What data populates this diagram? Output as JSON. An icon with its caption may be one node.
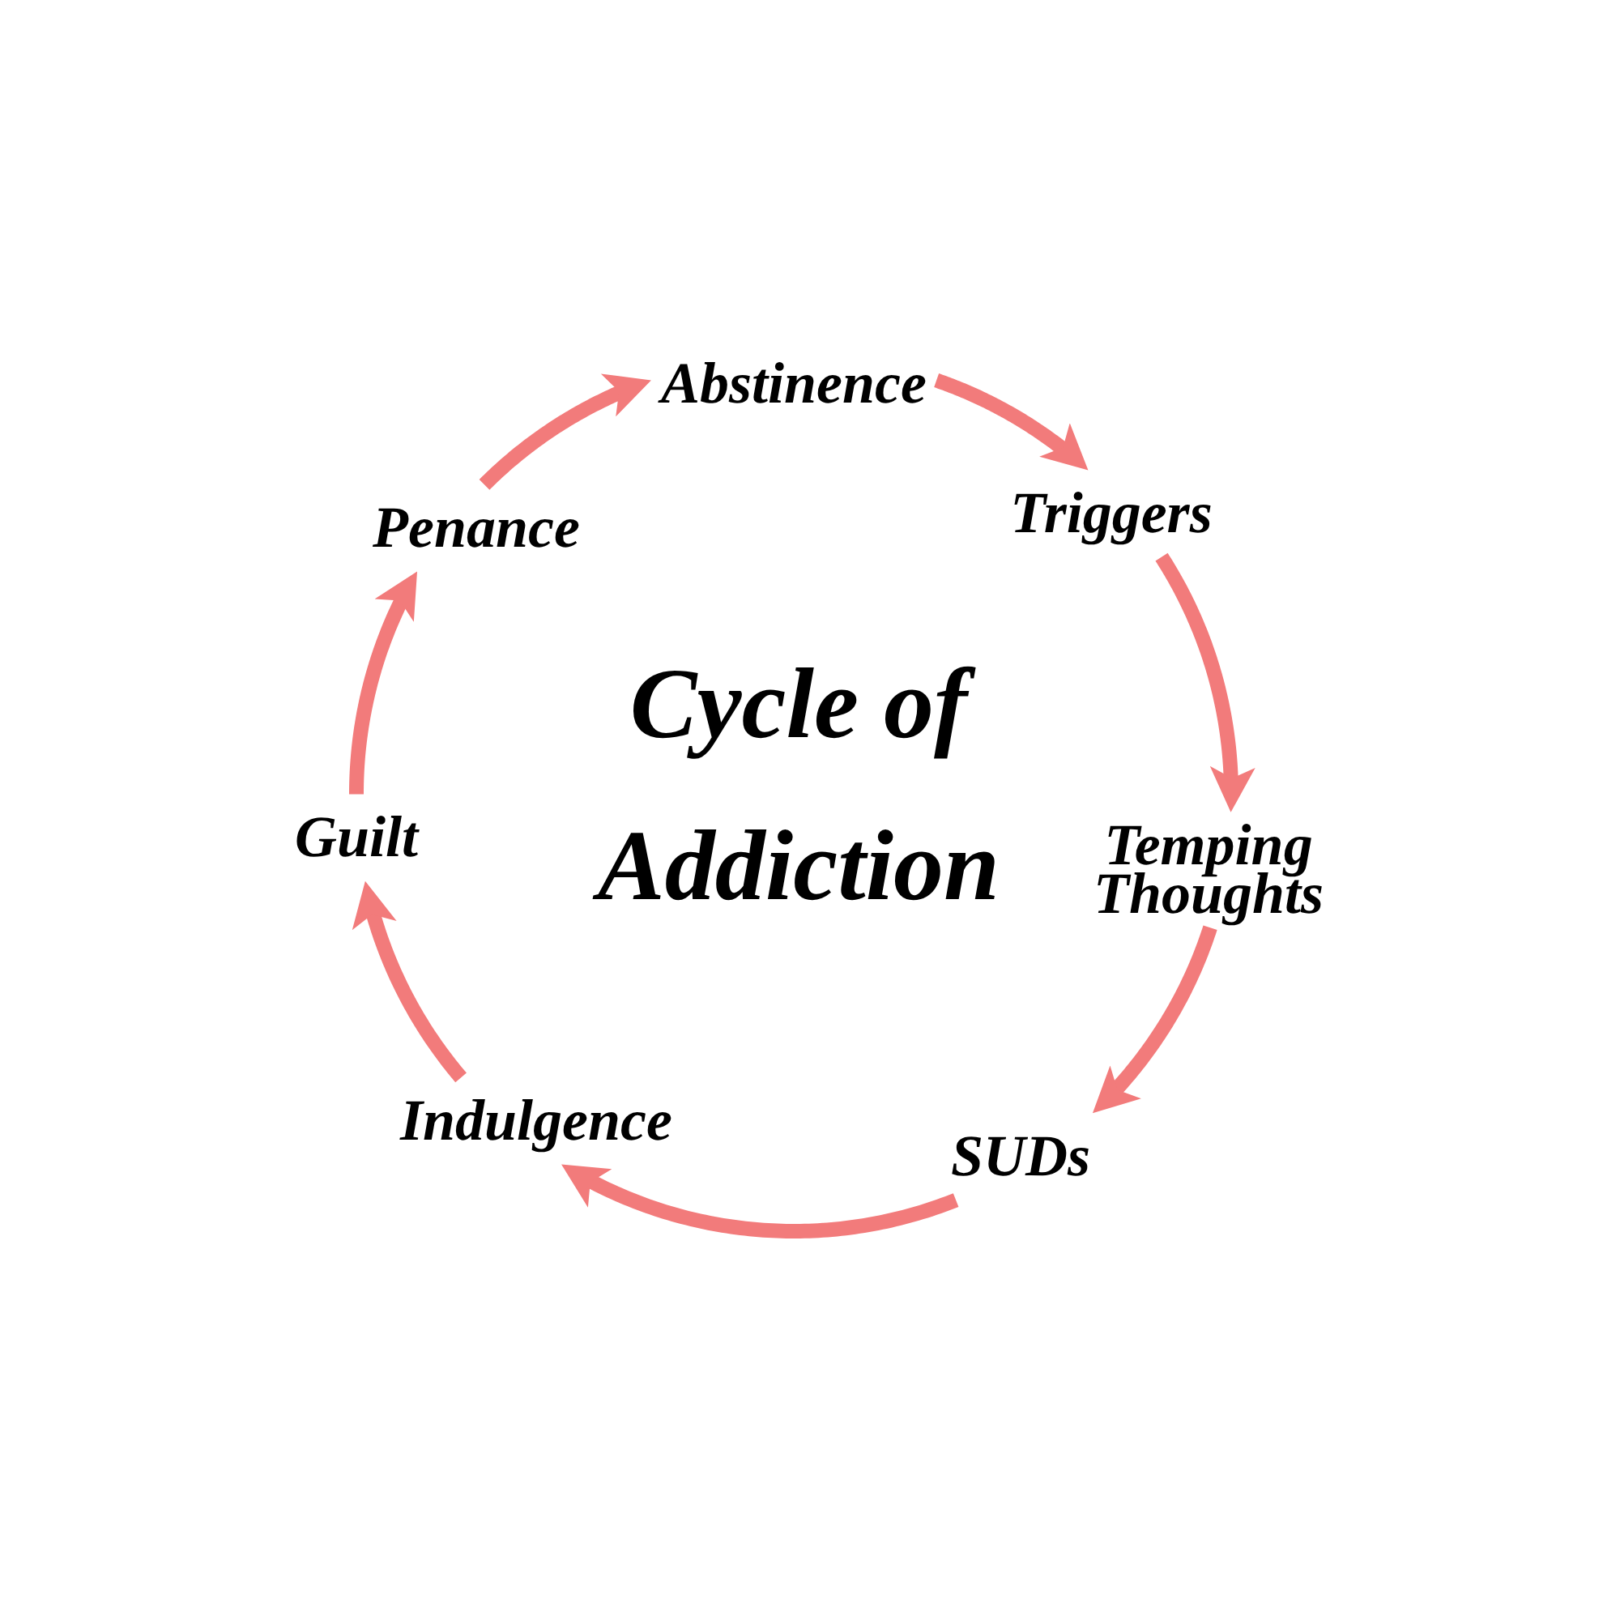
{
  "diagram": {
    "title": "Cycle of Addiction",
    "nodes": [
      {
        "text": [
          "Abstinence"
        ]
      },
      {
        "text": [
          "Triggers"
        ]
      },
      {
        "text": [
          "Temping Thoughts"
        ]
      },
      {
        "text": [
          "SUDs"
        ]
      },
      {
        "text": [
          "Indulgence"
        ]
      },
      {
        "text": [
          "Guilt"
        ]
      },
      {
        "text": [
          "Penance"
        ]
      }
    ],
    "edges": [
      {
        "from": 0,
        "to": 1,
        "arrow": "to"
      },
      {
        "from": 1,
        "to": 2,
        "arrow": "to"
      },
      {
        "from": 2,
        "to": 3,
        "arrow": "to"
      },
      {
        "from": 3,
        "to": 4,
        "arrow": "to"
      },
      {
        "from": 4,
        "to": 5,
        "arrow": "to"
      },
      {
        "from": 5,
        "to": 6,
        "arrow": "to"
      },
      {
        "from": 6,
        "to": 0,
        "arrow": "to"
      }
    ]
  }
}
